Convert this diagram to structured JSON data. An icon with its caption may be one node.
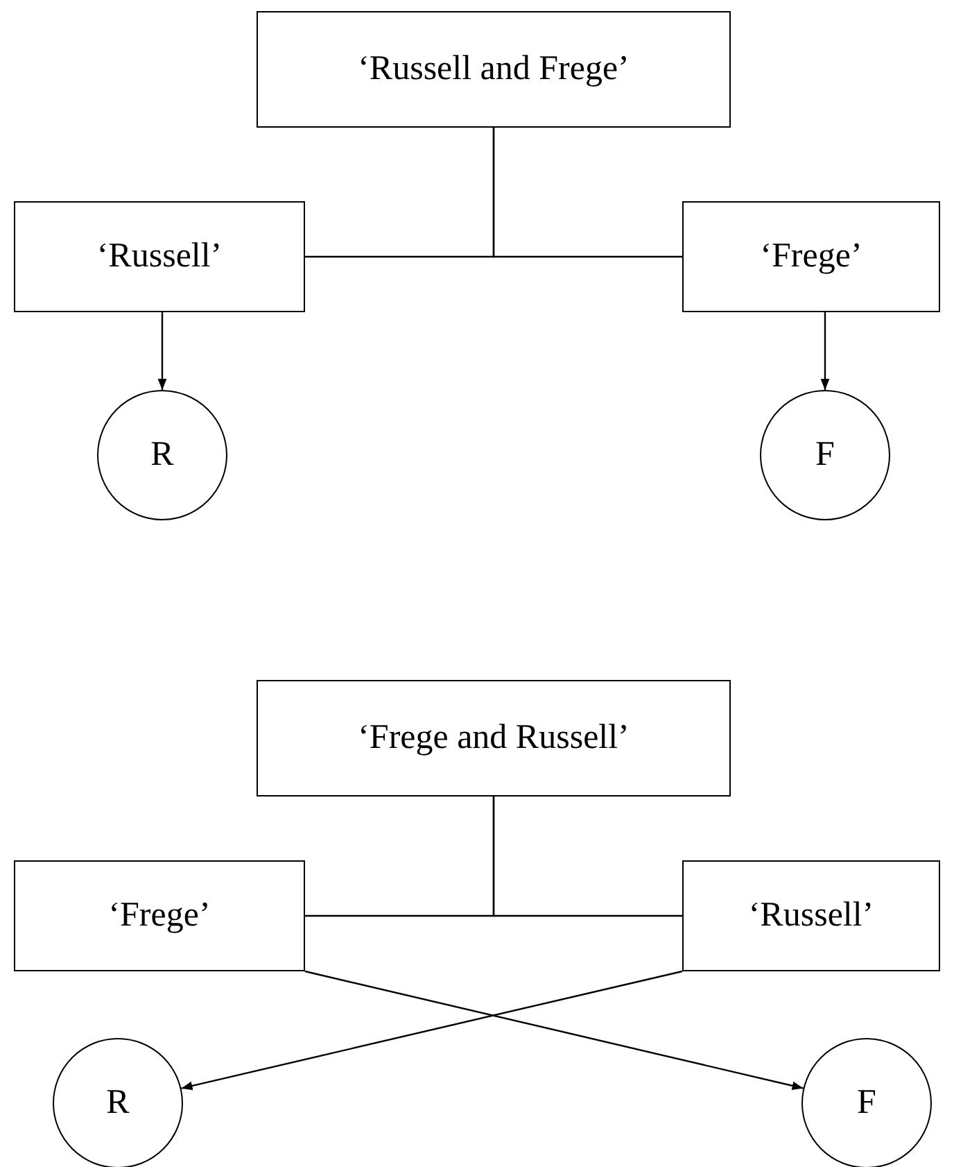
{
  "diagram": {
    "nodes": [
      {
        "text": [
          "‘Russell and Frege’"
        ]
      },
      {
        "text": [
          "‘Russell’"
        ]
      },
      {
        "text": [
          "‘Frege’"
        ]
      },
      {
        "text": [
          "R"
        ]
      },
      {
        "text": [
          "F"
        ]
      },
      {
        "text": [
          "‘Frege and Russell’"
        ]
      },
      {
        "text": [
          "‘Frege’"
        ]
      },
      {
        "text": [
          "‘Russell’"
        ]
      },
      {
        "text": [
          "R"
        ]
      },
      {
        "text": [
          "F"
        ]
      }
    ],
    "edges": [
      {
        "from": 0,
        "to": 1,
        "arrow": "none"
      },
      {
        "from": 0,
        "to": 2,
        "arrow": "none"
      },
      {
        "from": 1,
        "to": 3,
        "arrow": "to"
      },
      {
        "from": 2,
        "to": 4,
        "arrow": "to"
      },
      {
        "from": 5,
        "to": 6,
        "arrow": "none"
      },
      {
        "from": 5,
        "to": 7,
        "arrow": "none"
      },
      {
        "from": 6,
        "to": 9,
        "arrow": "to"
      },
      {
        "from": 7,
        "to": 8,
        "arrow": "to"
      }
    ]
  }
}
